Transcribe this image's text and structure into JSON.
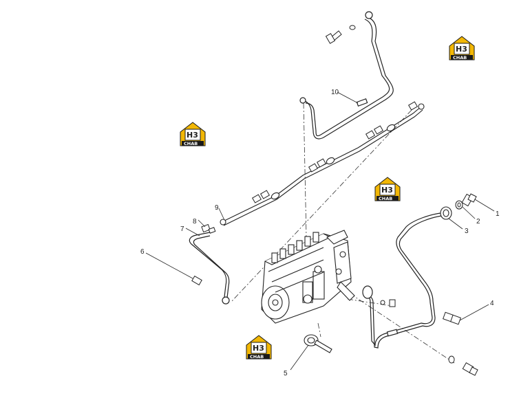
{
  "diagram": {
    "callouts": [
      "1",
      "2",
      "3",
      "4",
      "5",
      "6",
      "7",
      "8",
      "9",
      "10"
    ]
  },
  "watermark": {
    "logo_text": "H3",
    "brand_text": "CHAB",
    "brand_color": "#F2B705",
    "dark_color": "#1a1a1a"
  }
}
